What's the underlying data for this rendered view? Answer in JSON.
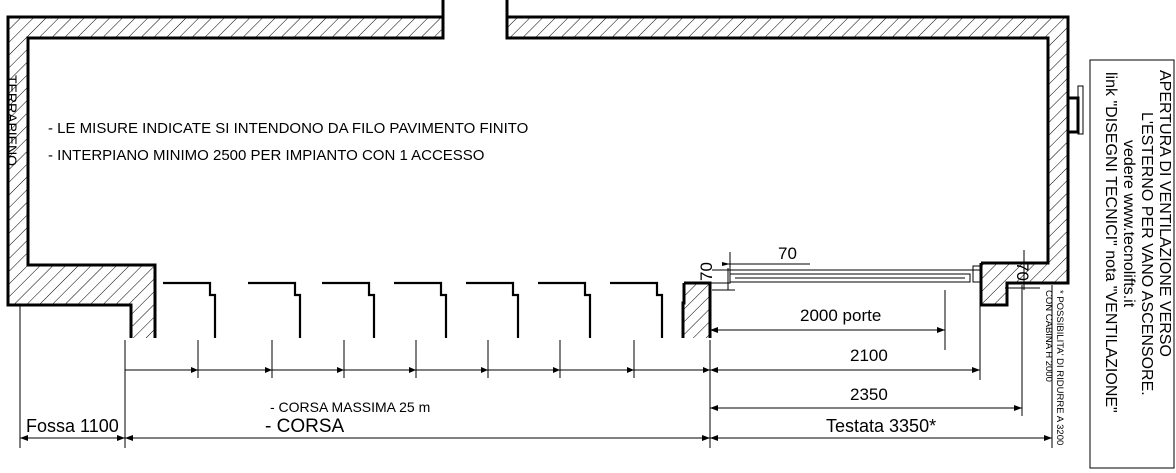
{
  "notes": {
    "line1": "- LE MISURE INDICATE SI INTENDONO DA FILO PAVIMENTO FINITO",
    "line2": "- INTERPIANO MINIMO 2500 PER IMPIANTO CON 1 ACCESSO"
  },
  "labels": {
    "terrapieno": "TERRAPIENO",
    "dim_70_top": "70",
    "dim_70_left": "70",
    "dim_70_right": "70",
    "porte": "2000 porte",
    "dim_2100": "2100",
    "dim_2350": "2350",
    "corsa_massima": "- CORSA MASSIMA  25 m",
    "corsa": "- CORSA",
    "fossa": "Fossa 1100",
    "testata": "Testata 3350*",
    "riduzione_1": "* POSSIBILITA' DI RIDURRE A 3200",
    "riduzione_2": "CON CABINA H 2000"
  },
  "ventilation": {
    "line1": "APERTURA DI VENTILAZIONE VERSO",
    "line2": "L'ESTERNO PER VANO ASCENSORE.",
    "line3": "vedere www.tecnolifts.it",
    "line4": "link \"DISEGNI TECNICI\" nota \"VENTILAZIONE\""
  }
}
